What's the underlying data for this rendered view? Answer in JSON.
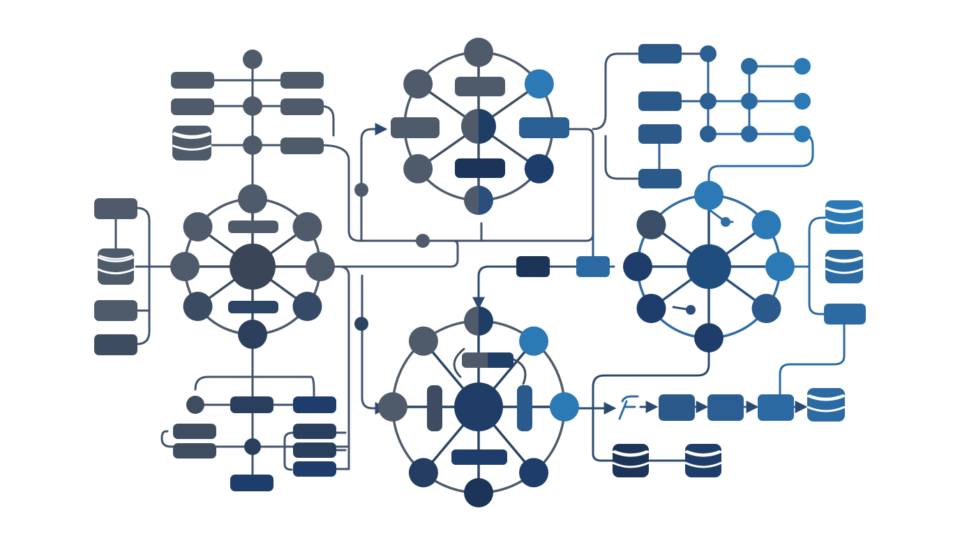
{
  "diagram": {
    "palette": {
      "slate": "#4f5b6b",
      "mid": "#3b5a7e",
      "blue": "#2f6da3",
      "bright": "#2b7ab5",
      "navy": "#1e3d6b",
      "dark": "#1c3457",
      "line": "#41536b"
    },
    "groups": [
      "hub-top-center",
      "hub-left",
      "hub-right",
      "hub-bottom-center",
      "tree-top-left",
      "stack-left",
      "tree-bottom-left",
      "grid-top-right",
      "stack-right",
      "pipeline-bottom-right"
    ],
    "icons": [
      "database-icon",
      "arrow-head-icon",
      "flow-logo-icon"
    ]
  }
}
